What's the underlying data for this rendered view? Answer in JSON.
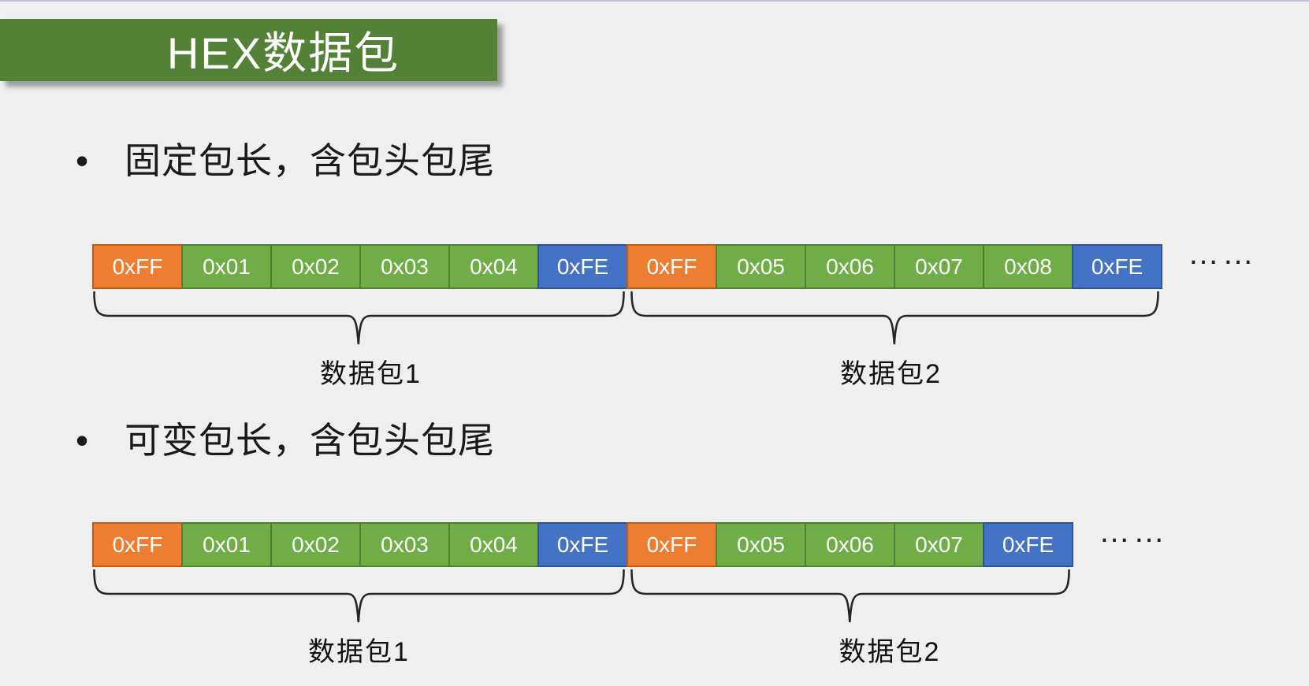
{
  "title": "HEX数据包",
  "bullet_glyph": "•",
  "ellipsis": "……",
  "colors": {
    "background": "#efefef",
    "banner": "#538135",
    "brace": "#262626",
    "header_fill": "#ED7D31",
    "header_border": "#C55A11",
    "data_fill": "#70AD47",
    "data_border": "#507E32",
    "tail_fill": "#4472C4",
    "tail_border": "#2E5495"
  },
  "sections": [
    {
      "bullet": "固定包长，含包头包尾",
      "bytes": [
        {
          "value": "0xFF",
          "role": "header"
        },
        {
          "value": "0x01",
          "role": "data"
        },
        {
          "value": "0x02",
          "role": "data"
        },
        {
          "value": "0x03",
          "role": "data"
        },
        {
          "value": "0x04",
          "role": "data"
        },
        {
          "value": "0xFE",
          "role": "tail"
        },
        {
          "value": "0xFF",
          "role": "header"
        },
        {
          "value": "0x05",
          "role": "data"
        },
        {
          "value": "0x06",
          "role": "data"
        },
        {
          "value": "0x07",
          "role": "data"
        },
        {
          "value": "0x08",
          "role": "data"
        },
        {
          "value": "0xFE",
          "role": "tail"
        }
      ],
      "packets": [
        {
          "label": "数据包1",
          "start": 0,
          "count": 6
        },
        {
          "label": "数据包2",
          "start": 6,
          "count": 6
        }
      ]
    },
    {
      "bullet": "可变包长，含包头包尾",
      "bytes": [
        {
          "value": "0xFF",
          "role": "header"
        },
        {
          "value": "0x01",
          "role": "data"
        },
        {
          "value": "0x02",
          "role": "data"
        },
        {
          "value": "0x03",
          "role": "data"
        },
        {
          "value": "0x04",
          "role": "data"
        },
        {
          "value": "0xFE",
          "role": "tail"
        },
        {
          "value": "0xFF",
          "role": "header"
        },
        {
          "value": "0x05",
          "role": "data"
        },
        {
          "value": "0x06",
          "role": "data"
        },
        {
          "value": "0x07",
          "role": "data"
        },
        {
          "value": "0xFE",
          "role": "tail"
        }
      ],
      "packets": [
        {
          "label": "数据包1",
          "start": 0,
          "count": 6
        },
        {
          "label": "数据包2",
          "start": 6,
          "count": 5
        }
      ]
    }
  ]
}
